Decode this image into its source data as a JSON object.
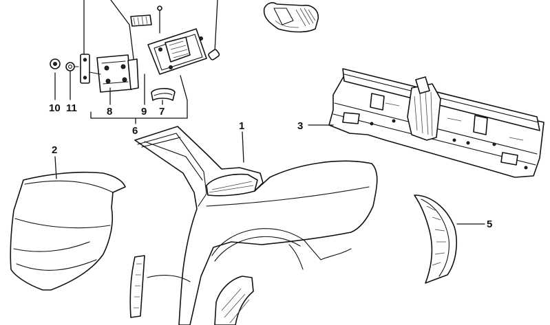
{
  "callouts": {
    "c1": "1",
    "c2": "2",
    "c3": "3",
    "c5": "5",
    "c6": "6",
    "c7": "7",
    "c8": "8",
    "c9": "9",
    "c10": "10",
    "c11": "11"
  }
}
